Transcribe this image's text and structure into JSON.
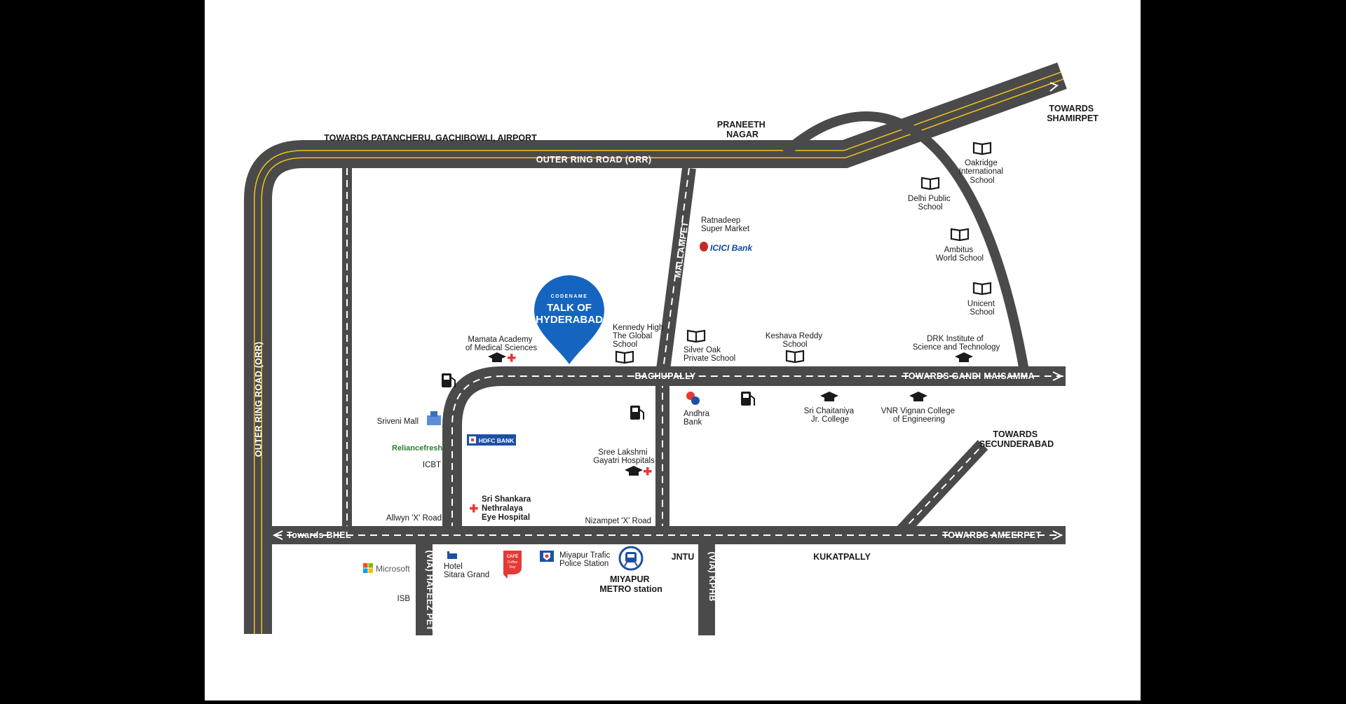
{
  "colors": {
    "road": "#4a4a4a",
    "yellow_line": "#f2c21b",
    "dash": "#ffffff",
    "marker": "#1565c0",
    "hospital_red": "#e53935",
    "page": "#ffffff",
    "frame": "#000000"
  },
  "roads": {
    "orr_top": "OUTER RING ROAD (ORR)",
    "orr_left": "OUTER RING ROAD (ORR)",
    "mallampet": "MALLAMPET",
    "bachupally": "BACHUPALLY",
    "towards_gandi_maisamma": "TOWARDS GANDI MAISAMMA",
    "towards_bhel": "Towards BHEL",
    "towards_ameerpet": "TOWARDS AMEERPET",
    "via_hafeez_pet": "(VIA) HAFEEZ PET",
    "via_kphb": "(VIA) KPHB"
  },
  "directions": {
    "patancheru": "TOWARDS PATANCHERU, GACHIBOWLI, AIRPORT",
    "shamirpet": [
      "TOWARDS",
      "SHAMIRPET"
    ],
    "secunderabad": [
      "TOWARDS",
      "SECUNDERABAD"
    ],
    "praneeth_nagar": [
      "PRANEETH",
      "NAGAR"
    ],
    "kukatpally": "KUKATPALLY",
    "jntu": "JNTU"
  },
  "project": {
    "codename": "CODENAME",
    "line1": "TALK OF",
    "line2": "HYDERABAD"
  },
  "landmarks": {
    "oakridge": [
      "Oakridge",
      "International",
      "School"
    ],
    "dps": [
      "Delhi Public",
      "School"
    ],
    "ambitus": [
      "Ambitus",
      "World School"
    ],
    "unicent": [
      "Unicent",
      "School"
    ],
    "drk": [
      "DRK Institute of",
      "Science and Technology"
    ],
    "keshava": [
      "Keshava Reddy",
      "School"
    ],
    "silver_oak": [
      "Silver Oak",
      "Private School"
    ],
    "kennedy": [
      "Kennedy High",
      "The Global",
      "School"
    ],
    "mamata": [
      "Mamata Academy",
      "of Medical Sciences"
    ],
    "ratnadeep": [
      "Ratnadeep",
      "Super Market"
    ],
    "icici": "ICICI Bank",
    "sriveni": "Sriveni Mall",
    "reliance": "Reliancefresh",
    "hdfc": "HDFC BANK",
    "icbt": "ICBT",
    "andhra": [
      "Andhra",
      "Bank"
    ],
    "chaitanya": [
      "Sri Chaitaniya",
      "Jr. College"
    ],
    "vnr": [
      "VNR Vignan College",
      "of Engineering"
    ],
    "sree_lakshmi": [
      "Sree Lakshmi",
      "Gayatri Hospitals"
    ],
    "shankara": [
      "Sri Shankara",
      "Nethralaya",
      "Eye Hospital"
    ],
    "allwyn": "Allwyn 'X' Road",
    "nizampet": "Nizampet 'X' Road",
    "microsoft": "Microsoft",
    "isb": "ISB",
    "sitara": [
      "Hotel",
      "Sitara Grand"
    ],
    "cafe": [
      "CAFÉ",
      "Coffee",
      "Day"
    ],
    "police": [
      "Miyapur Trafic",
      "Police Station"
    ],
    "metro": [
      "MIYAPUR",
      "METRO station"
    ]
  }
}
